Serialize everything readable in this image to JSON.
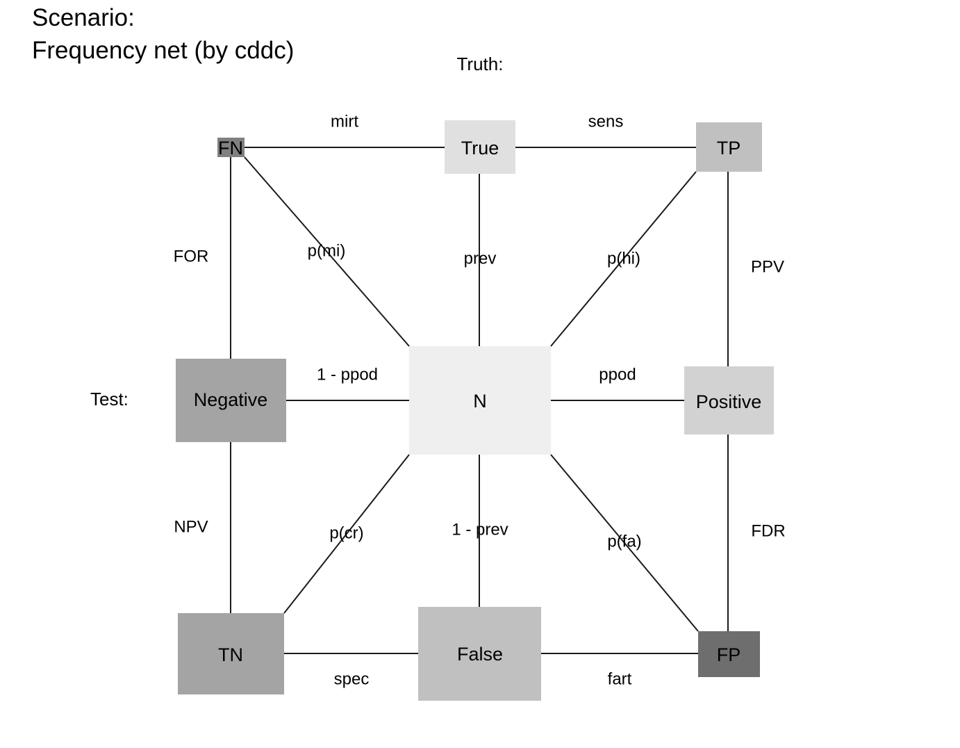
{
  "title": {
    "line1": "Scenario:",
    "line2": "Frequency net (by cddc)"
  },
  "dimension_labels": {
    "truth": "Truth:",
    "test": "Test:"
  },
  "nodes": {
    "fn": {
      "label": "FN",
      "fill": "#808080"
    },
    "true": {
      "label": "True",
      "fill": "#e0e0e0"
    },
    "tp": {
      "label": "TP",
      "fill": "#c0c0c0"
    },
    "negative": {
      "label": "Negative",
      "fill": "#a4a4a4"
    },
    "n": {
      "label": "N",
      "fill": "#efefef"
    },
    "positive": {
      "label": "Positive",
      "fill": "#d2d2d2"
    },
    "tn": {
      "label": "TN",
      "fill": "#a4a4a4"
    },
    "false": {
      "label": "False",
      "fill": "#c0c0c0"
    },
    "fp": {
      "label": "FP",
      "fill": "#6e6e6e"
    }
  },
  "edges": {
    "mirt": "mirt",
    "sens": "sens",
    "for": "FOR",
    "p_mi": "p(mi)",
    "prev": "prev",
    "p_hi": "p(hi)",
    "ppv": "PPV",
    "one_minus_ppod": "1 - ppod",
    "ppod": "ppod",
    "npv": "NPV",
    "p_cr": "p(cr)",
    "one_minus_prev": "1 - prev",
    "p_fa": "p(fa)",
    "fdr": "FDR",
    "spec": "spec",
    "fart": "fart"
  },
  "colors": {
    "line": "#1a1a1a",
    "text": "#000000"
  }
}
